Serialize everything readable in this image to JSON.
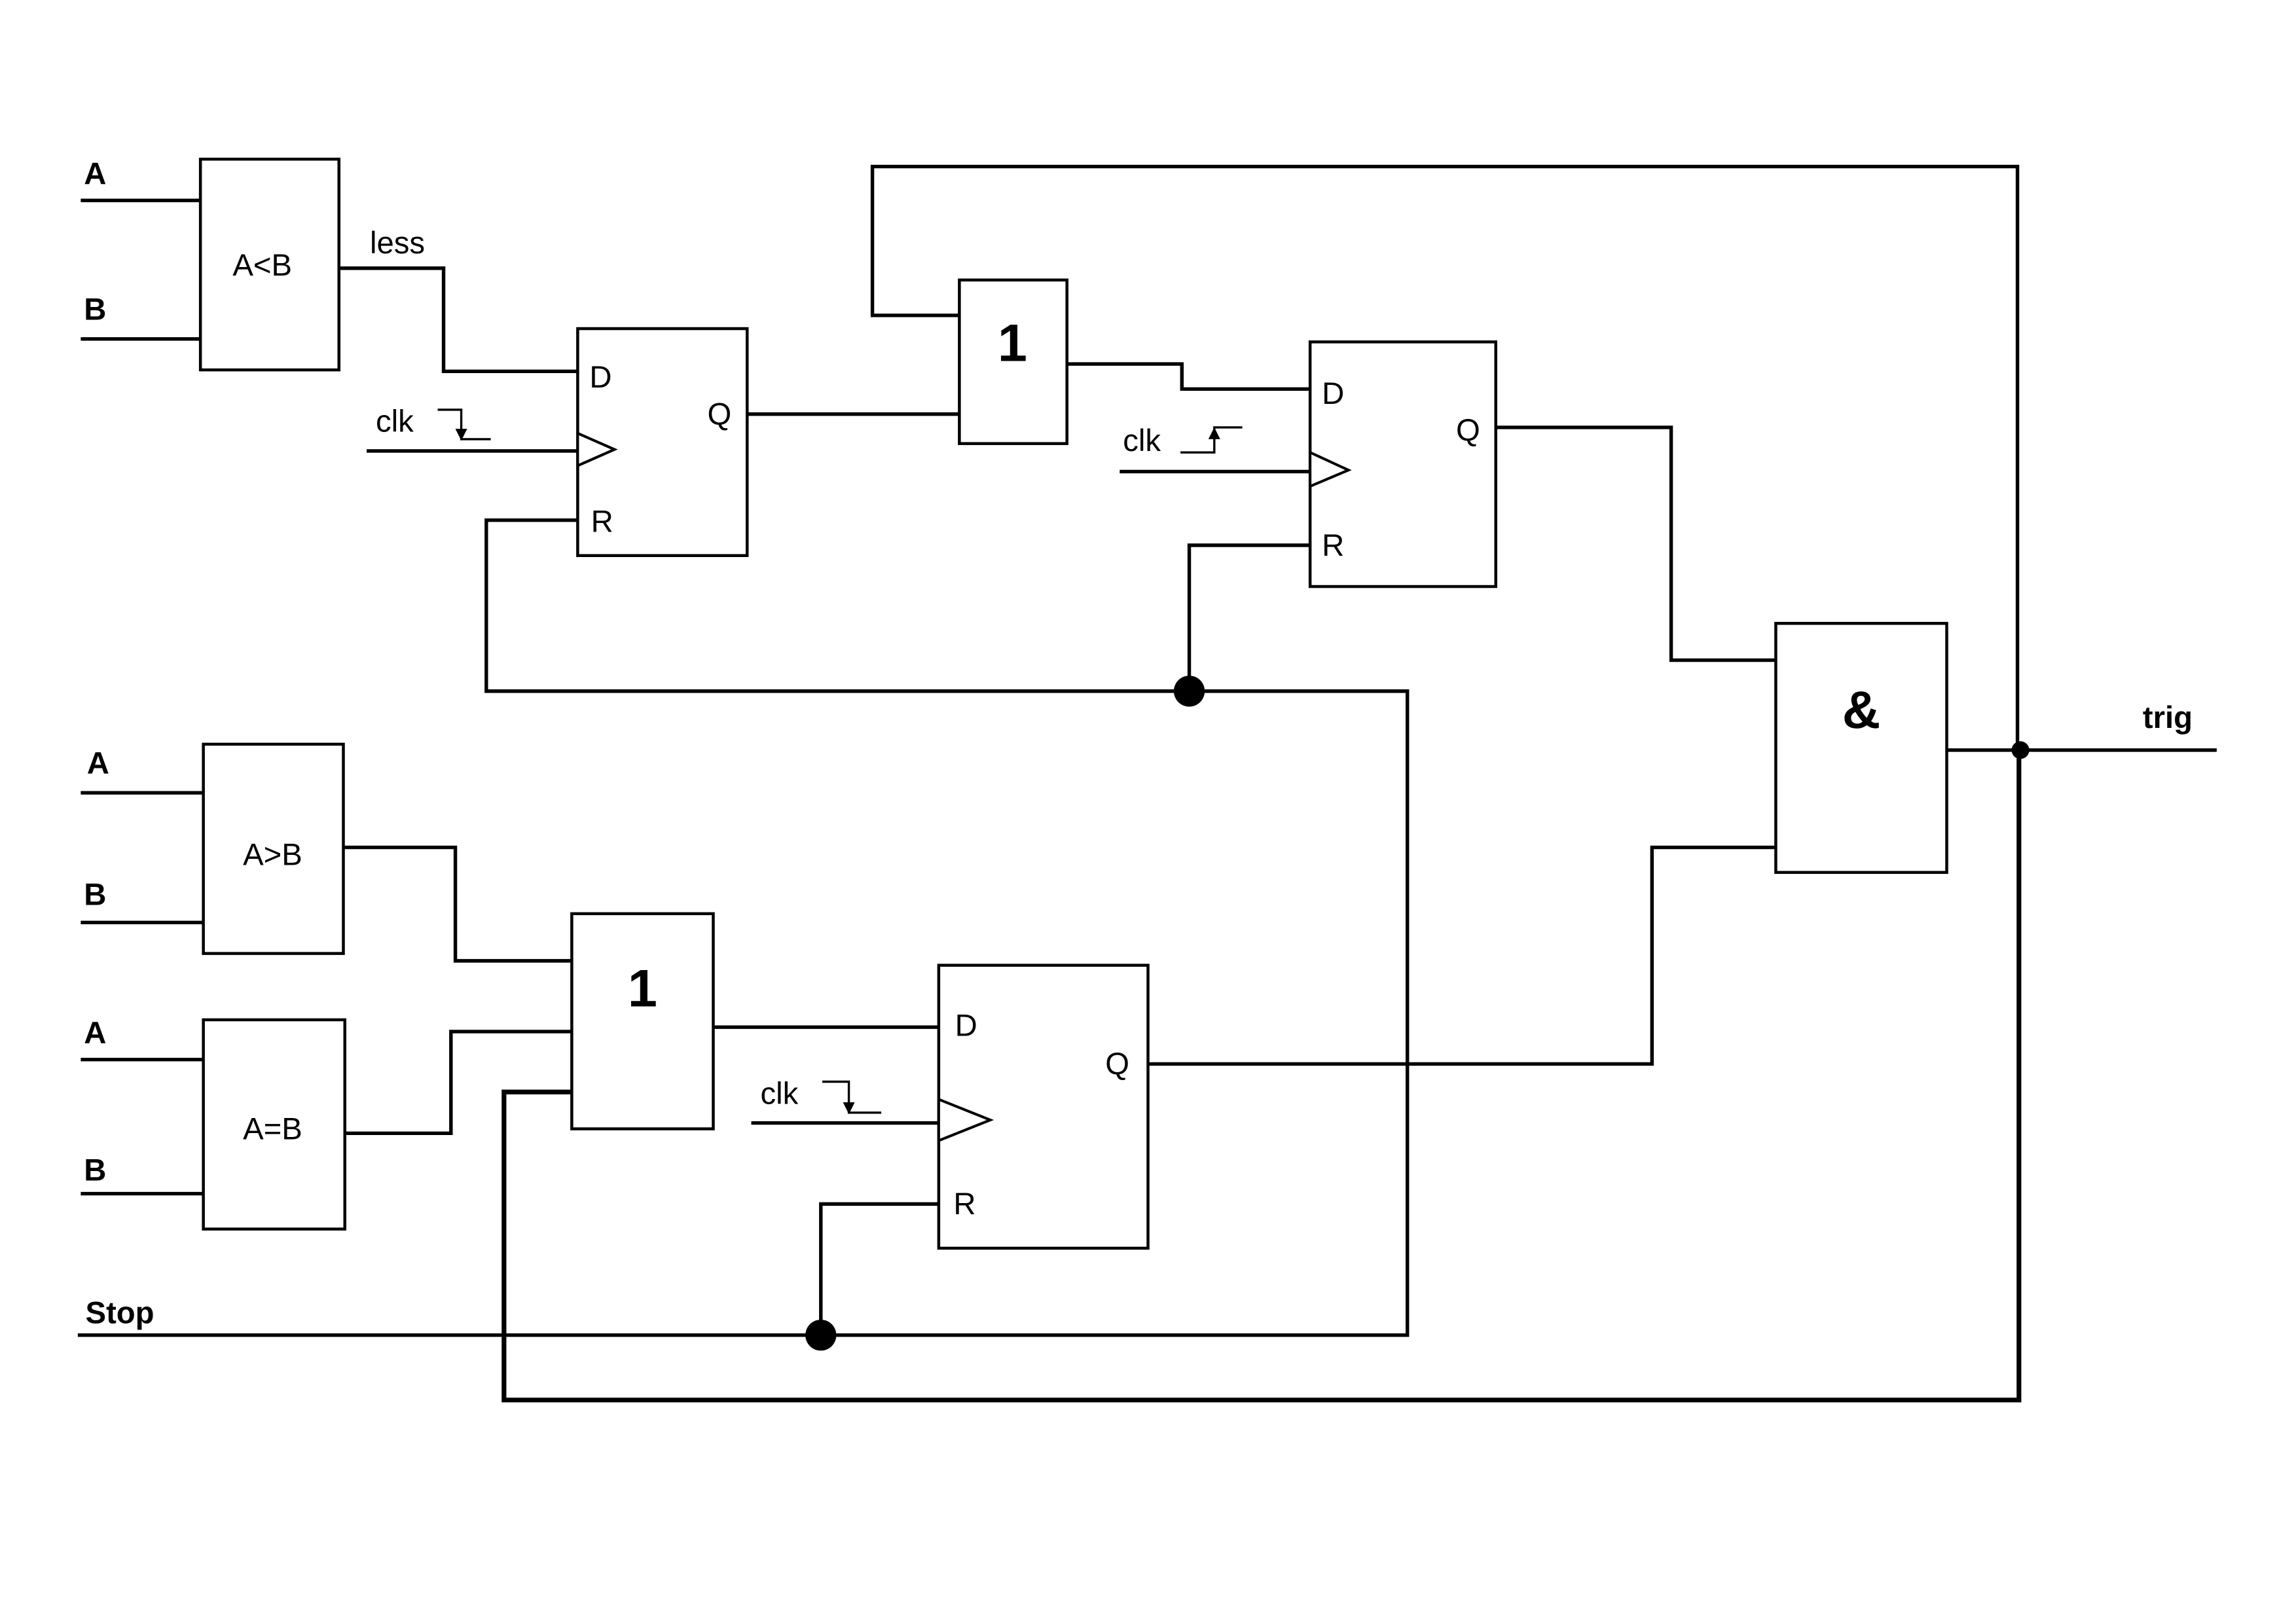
{
  "signals": {
    "less": "less",
    "clk": "clk",
    "stop": "Stop",
    "trig": "trig"
  },
  "inputs": {
    "lt_a": "A",
    "lt_b": "B",
    "gt_a": "A",
    "gt_b": "B",
    "eq_a": "A",
    "eq_b": "B"
  },
  "comparators": {
    "less_than": "A<B",
    "greater_than": "A>B",
    "equal": "A=B"
  },
  "gates": {
    "or_symbol": "1",
    "and_symbol": "&"
  },
  "flipflop_pins": {
    "d": "D",
    "q": "Q",
    "r": "R"
  }
}
